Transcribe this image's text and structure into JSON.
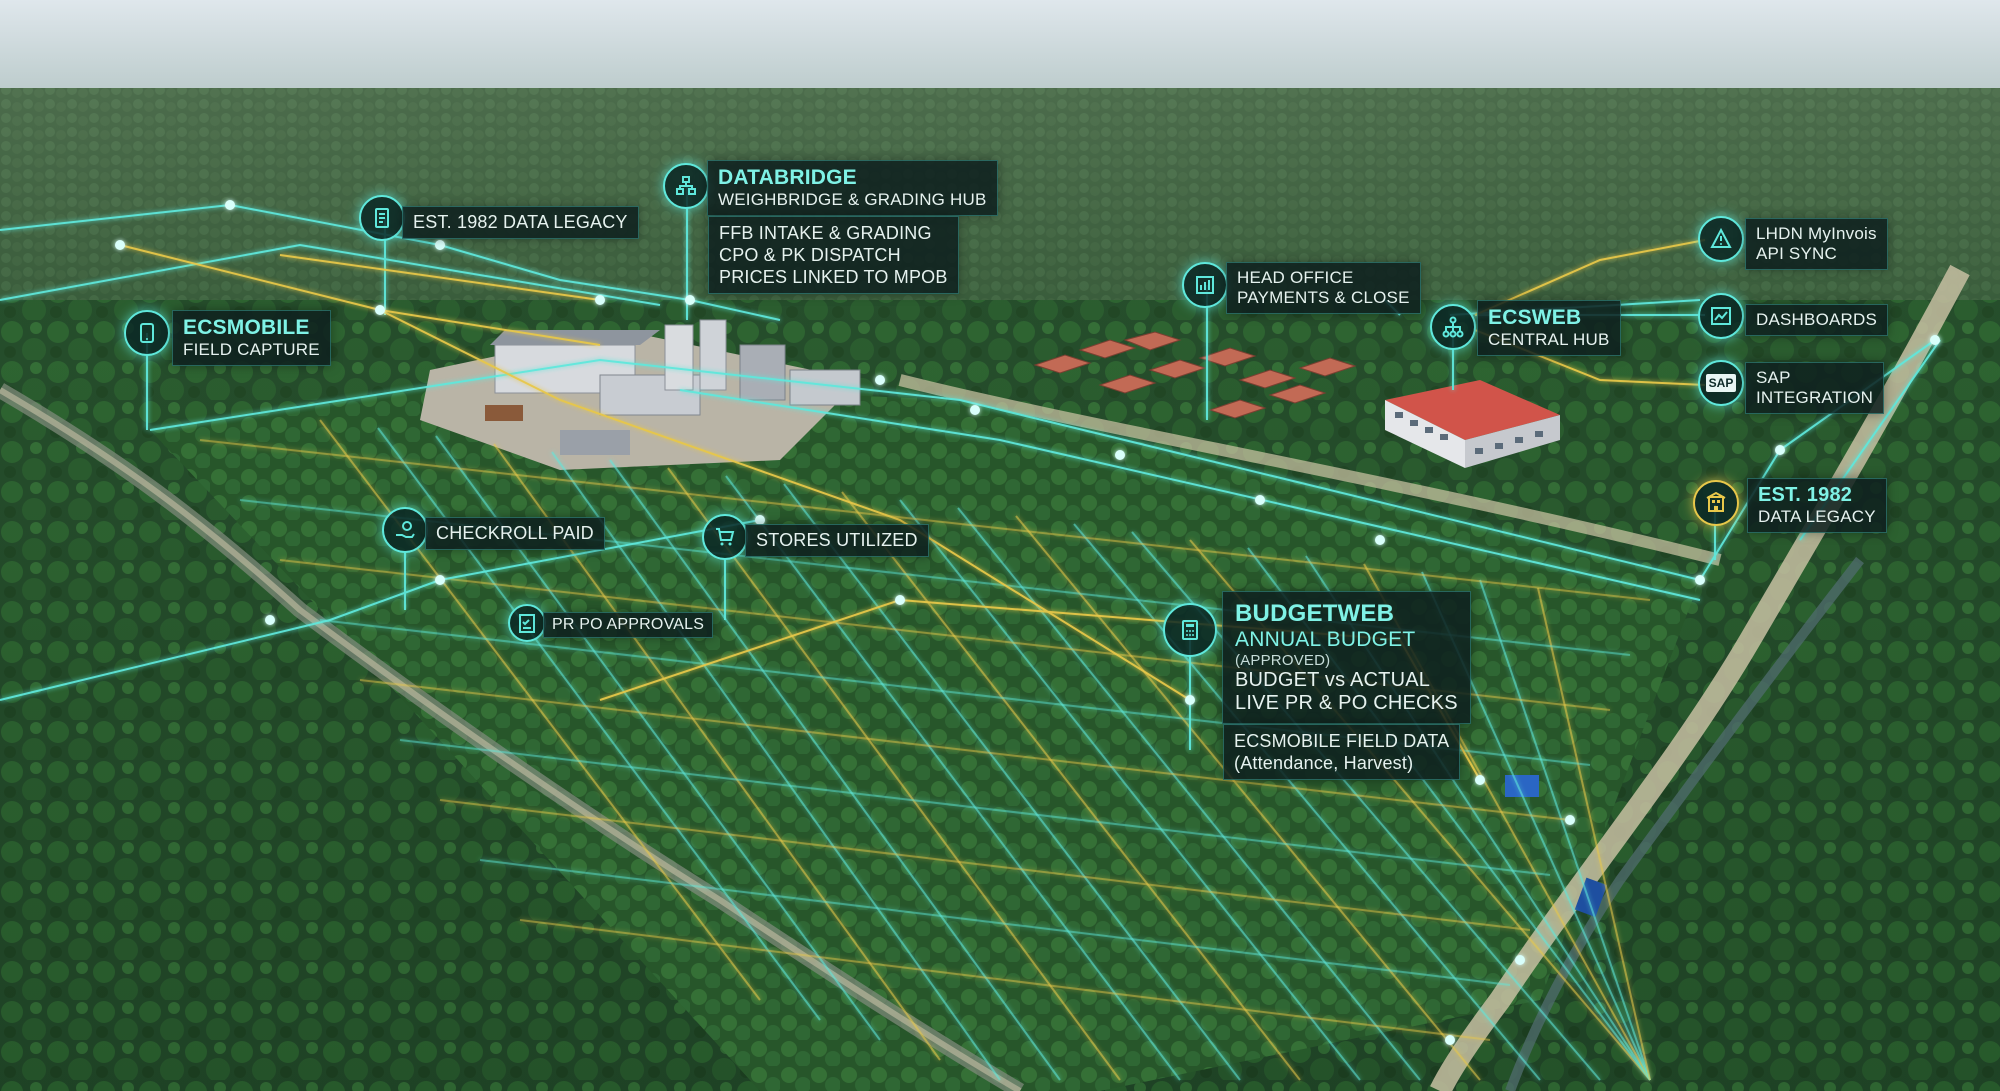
{
  "colors": {
    "accent_cyan": "#5fe8dc",
    "accent_gold": "#e8c84a",
    "callout_bg": "#0e201e",
    "sky_top": "#dfe7ec",
    "palm_dark": "#1d3a22"
  },
  "labels": {
    "est_legacy_left": "EST. 1982 DATA LEGACY",
    "ecsmobile": {
      "title": "ECSMOBILE",
      "sub": "FIELD CAPTURE"
    },
    "databridge": {
      "title": "DATABRIDGE",
      "sub": "WEIGHBRIDGE & GRADING HUB",
      "lines": [
        "FFB INTAKE & GRADING",
        "CPO & PK DISPATCH",
        "PRICES LINKED TO MPOB"
      ]
    },
    "head_office": {
      "line1": "HEAD OFFICE",
      "line2": "PAYMENTS & CLOSE"
    },
    "ecsweb": {
      "title": "ECSWEB",
      "sub": "CENTRAL HUB"
    },
    "lhdn": {
      "line1": "LHDN MyInvois",
      "line2": "API SYNC"
    },
    "dashboards": "DASHBOARDS",
    "sap": {
      "line1": "SAP",
      "line2": "INTEGRATION",
      "icon_text": "SAP"
    },
    "est_legacy_right": {
      "line1": "EST. 1982",
      "line2": "DATA LEGACY"
    },
    "checkroll": "CHECKROLL PAID",
    "stores": "STORES UTILIZED",
    "pr_po": "PR PO APPROVALS",
    "budgetweb": {
      "title": "BUDGETWEB",
      "sub": "ANNUAL BUDGET",
      "approved": "(APPROVED)",
      "line1": "BUDGET vs ACTUAL",
      "line2": "LIVE PR & PO CHECKS",
      "field1": "ECSMOBILE FIELD DATA",
      "field2": "(Attendance, Harvest)"
    }
  },
  "icons": {
    "est_legacy_left": "document-icon",
    "ecsmobile": "mobile-device-icon",
    "databridge": "network-node-icon",
    "head_office": "chart-icon",
    "ecsweb": "hierarchy-icon",
    "lhdn": "warning-triangle-icon",
    "dashboards": "line-chart-icon",
    "sap": "sap-logo-icon",
    "est_legacy_right": "building-icon",
    "checkroll": "hand-coin-icon",
    "stores": "cart-icon",
    "pr_po": "checklist-icon",
    "budgetweb": "calculator-icon"
  }
}
